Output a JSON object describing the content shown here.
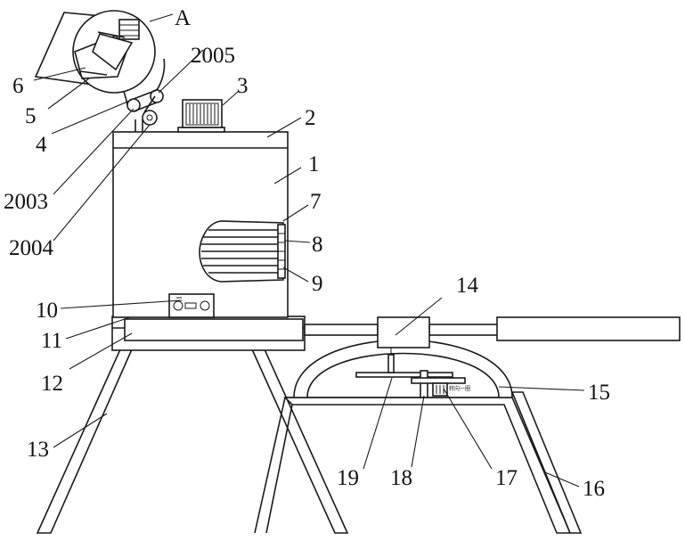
{
  "labels": {
    "A": "A",
    "n1": "1",
    "n2": "2",
    "n3": "3",
    "n4": "4",
    "n5": "5",
    "n6": "6",
    "n7": "7",
    "n8": "8",
    "n9": "9",
    "n10": "10",
    "n11": "11",
    "n12": "12",
    "n13": "13",
    "n14": "14",
    "n15": "15",
    "n16": "16",
    "n17": "17",
    "n18": "18",
    "n19": "19",
    "n2003": "2003",
    "n2004": "2004",
    "n2005": "2005"
  },
  "plate_text": "转向一圈",
  "colors": {
    "line": "#1a1a1a",
    "background": "#ffffff"
  }
}
